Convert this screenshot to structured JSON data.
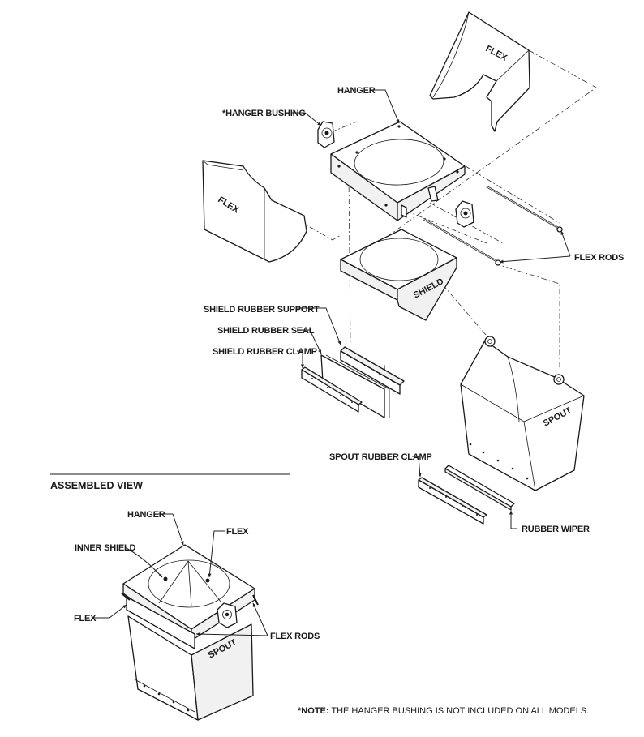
{
  "labels": {
    "hanger": "HANGER",
    "hanger_bushing": "*HANGER BUSHING",
    "flex_rods": "FLEX RODS",
    "shield_rubber_support": "SHIELD RUBBER SUPPORT",
    "shield_rubber_seal": "SHIELD RUBBER SEAL",
    "shield_rubber_clamp": "SHIELD RUBBER CLAMP",
    "spout_rubber_clamp": "SPOUT RUBBER CLAMP",
    "rubber_wiper": "RUBBER WIPER"
  },
  "part_marks": {
    "flex": "FLEX",
    "shield": "SHIELD",
    "spout": "SPOUT"
  },
  "assembled": {
    "title": "ASSEMBLED VIEW",
    "hanger": "HANGER",
    "flex_top": "FLEX",
    "inner_shield": "INNER SHIELD",
    "flex_left": "FLEX",
    "flex_rods": "FLEX RODS",
    "spout_mark": "SPOUT"
  },
  "note": {
    "prefix": "*NOTE:",
    "text": "THE HANGER BUSHING IS NOT INCLUDED ON ALL MODELS."
  }
}
